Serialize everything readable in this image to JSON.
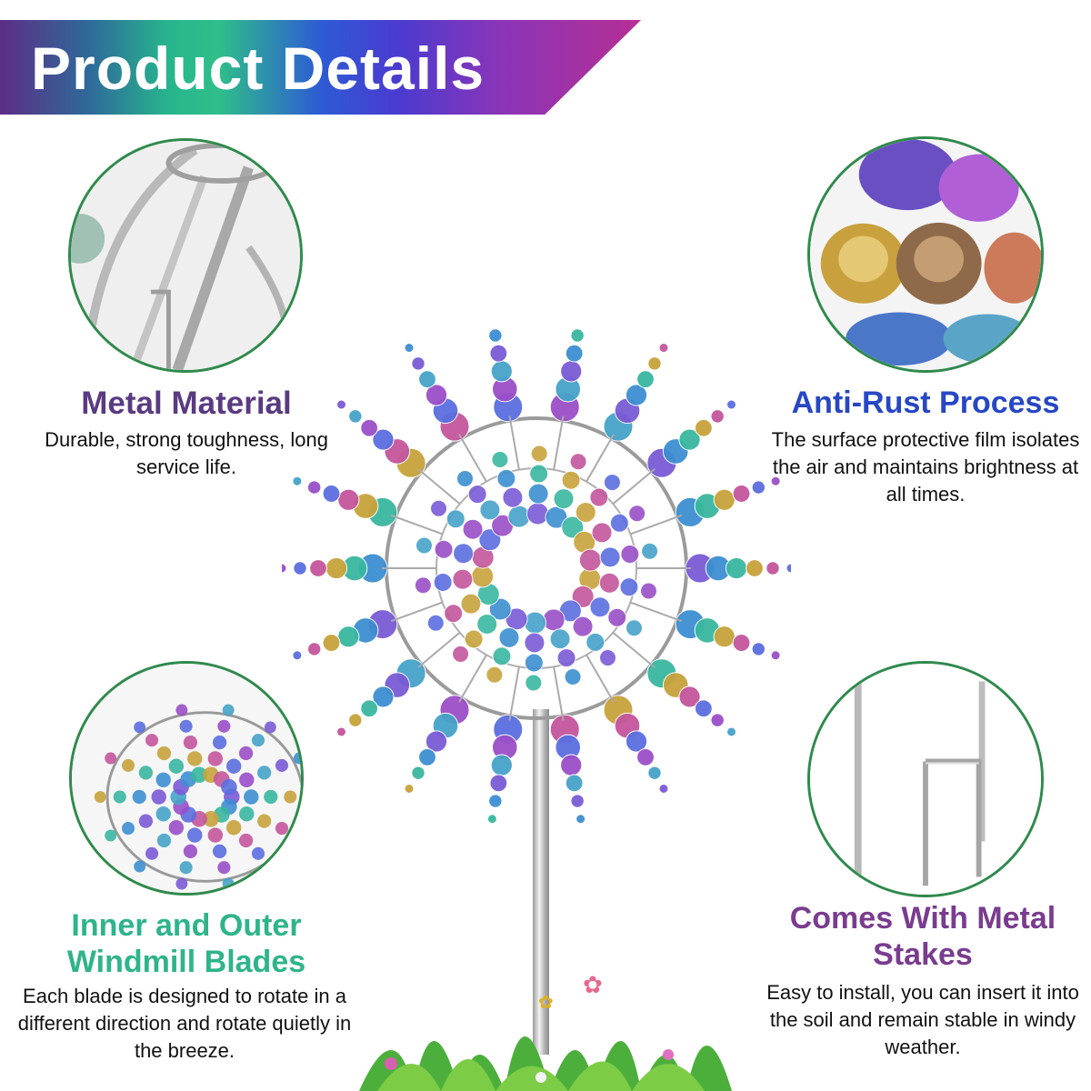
{
  "banner": {
    "title": "Product Details"
  },
  "features": [
    {
      "title": "Metal Material",
      "description": "Durable, strong toughness, long service life."
    },
    {
      "title": "Anti-Rust Process",
      "description": "The surface protective film isolates the air and maintains brightness at all times."
    },
    {
      "title": "Inner and Outer Windmill Blades",
      "description": "Each blade is designed to rotate in a different direction and rotate quietly in the breeze."
    },
    {
      "title": "Comes With Metal Stakes",
      "description": "Easy to install, you can insert it into the soil and remain stable in windy weather."
    }
  ],
  "colors": {
    "circle_border": "#2f8a4c",
    "metal_heading": "#5a3a82",
    "antirust_heading": "#2747c4",
    "blades_heading": "#2fb48a",
    "stakes_heading": "#7a3c8f"
  },
  "icons": [
    "butterfly-icon",
    "grass-icon"
  ]
}
